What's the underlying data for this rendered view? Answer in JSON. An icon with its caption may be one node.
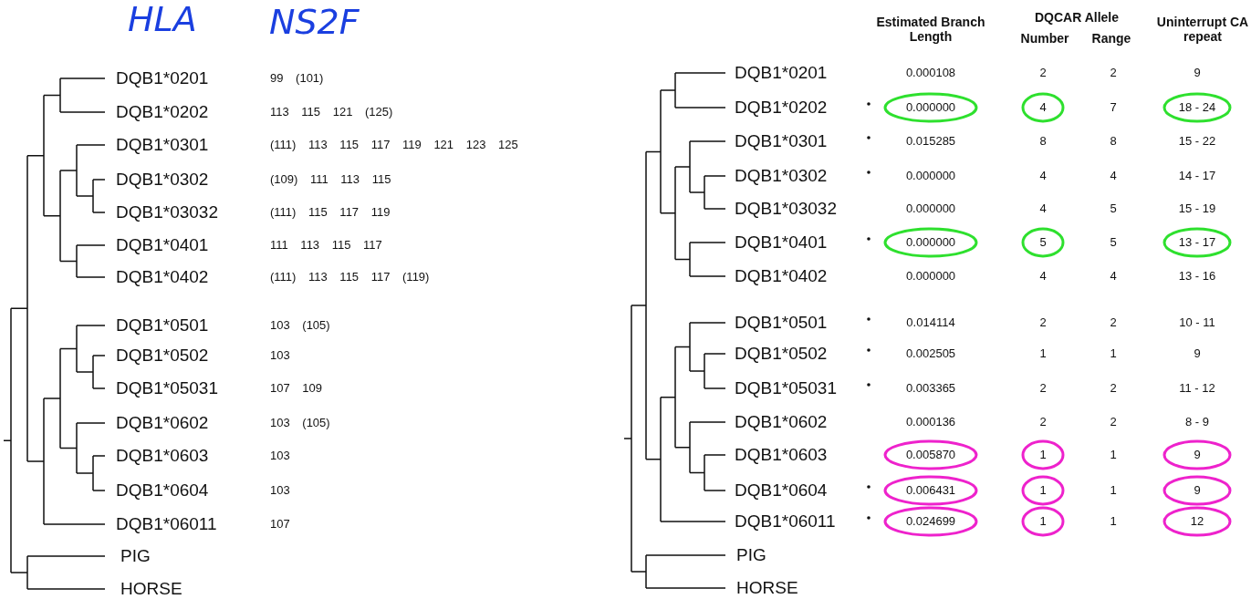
{
  "diagram": {
    "labels": [
      "HLA",
      "NS2F",
      "DQB1*0201",
      "99 (101)",
      "DQB1*0202",
      "113 115 121 (125)",
      "DQB1*0301",
      "(111) 113 115 117 119 121 123 125",
      "DQB1*0302",
      "(109) 111 113 115",
      "DQB1*03032",
      "(111) 115 117 119",
      "DQB1*0401",
      "111 113 115 117",
      "DQB1*0402",
      "(111) 113 115 117 (119)",
      "DQB1*0501",
      "103 (105)",
      "DQB1*0502",
      "103",
      "DQB1*05031",
      "107 109",
      "DQB1*0602",
      "103 (105)",
      "DQB1*0603",
      "103",
      "DQB1*0604",
      "103",
      "DQB1*06011",
      "107",
      "PIG",
      "HORSE",
      "Estimated Branch Length",
      "DQCAR Allele",
      "Number",
      "Range",
      "Uninterrupt CA repeat",
      "DQB1*0201",
      "0.000108",
      "2",
      "2",
      "9",
      "DQB1*0202",
      "0.000000",
      "4",
      "7",
      "18 - 24",
      "DQB1*0301",
      "0.015285",
      "8",
      "8",
      "15 - 22",
      "DQB1*0302",
      "0.000000",
      "4",
      "4",
      "14 - 17",
      "DQB1*03032",
      "0.000000",
      "4",
      "5",
      "15 - 19",
      "DQB1*0401",
      "0.000000",
      "5",
      "5",
      "13 - 17",
      "DQB1*0402",
      "0.000000",
      "4",
      "4",
      "13 - 16",
      "DQB1*0501",
      "0.014114",
      "2",
      "2",
      "10 - 11",
      "DQB1*0502",
      "0.002505",
      "1",
      "1",
      "9",
      "DQB1*05031",
      "0.003365",
      "2",
      "2",
      "11 - 12",
      "DQB1*0602",
      "0.000136",
      "2",
      "2",
      "8 - 9",
      "DQB1*0603",
      "0.005870",
      "1",
      "1",
      "9",
      "DQB1*0604",
      "0.006431",
      "1",
      "1",
      "9",
      "DQB1*06011",
      "0.024699",
      "1",
      "1",
      "12",
      "PIG",
      "HORSE"
    ]
  }
}
